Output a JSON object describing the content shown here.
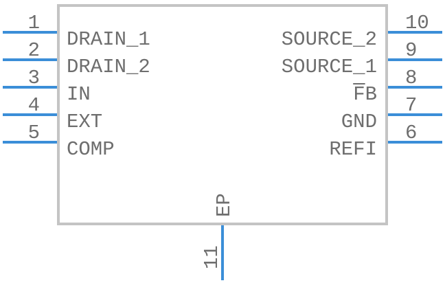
{
  "component": {
    "left_pins": [
      {
        "number": "1",
        "label": "DRAIN_1"
      },
      {
        "number": "2",
        "label": "DRAIN_2"
      },
      {
        "number": "3",
        "label": "IN"
      },
      {
        "number": "4",
        "label": "EXT"
      },
      {
        "number": "5",
        "label": "COMP"
      }
    ],
    "right_pins": [
      {
        "number": "10",
        "label": "SOURCE_2"
      },
      {
        "number": "9",
        "label": "SOURCE_1"
      },
      {
        "number": "8",
        "label": "FB",
        "overline_chars": 1
      },
      {
        "number": "7",
        "label": "GND"
      },
      {
        "number": "6",
        "label": "REFI"
      }
    ],
    "bottom_pin": {
      "number": "11",
      "label": "EP"
    },
    "colors": {
      "pin": "#3b8ed8",
      "outline": "#c4c4c4",
      "text": "#6e6e6e"
    }
  }
}
